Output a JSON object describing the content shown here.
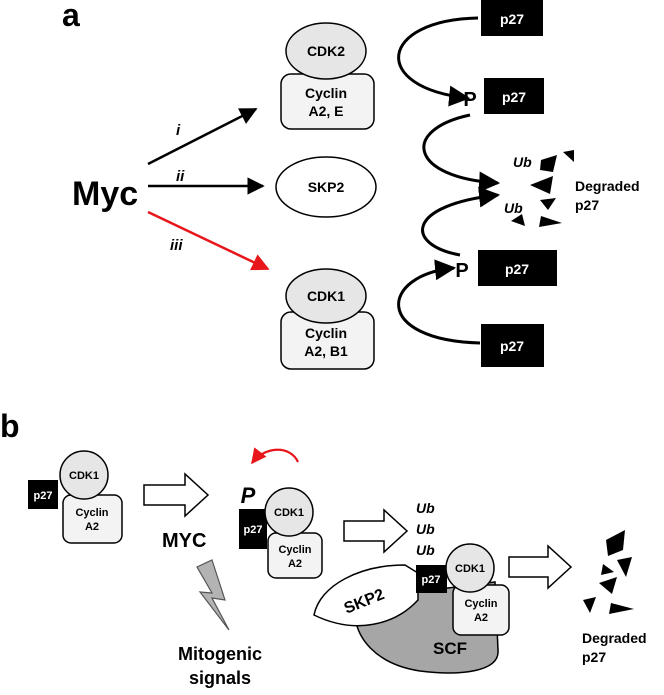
{
  "panel_a": {
    "label": "a",
    "myc": "Myc",
    "pathways": [
      "i",
      "ii",
      "iii"
    ],
    "cdk2": "CDK2",
    "cyclin_a2e_line1": "Cyclin",
    "cyclin_a2e_line2": "A2, E",
    "skp2": "SKP2",
    "cdk1": "CDK1",
    "cyclin_a2b1_line1": "Cyclin",
    "cyclin_a2b1_line2": "A2, B1",
    "p27": "p27",
    "phospho": "P",
    "ub": "Ub",
    "degraded_line1": "Degraded",
    "degraded_line2": "p27",
    "red_arrow_color": "#e8161b"
  },
  "panel_b": {
    "label": "b",
    "p27": "p27",
    "cdk1": "CDK1",
    "cyclin_line1": "Cyclin",
    "cyclin_line2": "A2",
    "myc": "MYC",
    "phospho": "P",
    "ub": "Ub",
    "skp2": "SKP2",
    "scf": "SCF",
    "mitogenic_line1": "Mitogenic",
    "mitogenic_line2": "signals",
    "degraded_line1": "Degraded",
    "degraded_line2": "p27",
    "scf_color": "#a6a6a6",
    "bolt_color": "#b3b3b3",
    "feedback_color": "#e8161b"
  }
}
